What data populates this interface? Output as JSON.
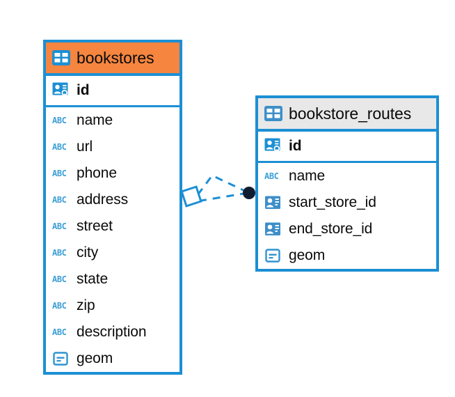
{
  "diagram": {
    "type": "entity-relationship-diagram",
    "background_color": "#ffffff",
    "accent_color": "#1c8fd4",
    "highlight_color": "#f5853f",
    "neutral_header_color": "#e8e8e8"
  },
  "entities": [
    {
      "name": "bookstores",
      "header_style": "accent-orange",
      "table_icon": "table-icon",
      "fields": [
        {
          "label": "id",
          "icon": "primary-key-icon",
          "key": true
        },
        {
          "label": "name",
          "icon": "text-abc-icon",
          "key": false
        },
        {
          "label": "url",
          "icon": "text-abc-icon",
          "key": false
        },
        {
          "label": "phone",
          "icon": "text-abc-icon",
          "key": false
        },
        {
          "label": "address",
          "icon": "text-abc-icon",
          "key": false
        },
        {
          "label": "street",
          "icon": "text-abc-icon",
          "key": false
        },
        {
          "label": "city",
          "icon": "text-abc-icon",
          "key": false
        },
        {
          "label": "state",
          "icon": "text-abc-icon",
          "key": false
        },
        {
          "label": "zip",
          "icon": "text-abc-icon",
          "key": false
        },
        {
          "label": "description",
          "icon": "text-abc-icon",
          "key": false
        },
        {
          "label": "geom",
          "icon": "geometry-icon",
          "key": false
        }
      ]
    },
    {
      "name": "bookstore_routes",
      "header_style": "accent-gray",
      "table_icon": "table-icon",
      "fields": [
        {
          "label": "id",
          "icon": "primary-key-icon",
          "key": true
        },
        {
          "label": "name",
          "icon": "text-abc-icon",
          "key": false
        },
        {
          "label": "start_store_id",
          "icon": "foreign-key-icon",
          "key": false
        },
        {
          "label": "end_store_id",
          "icon": "foreign-key-icon",
          "key": false
        },
        {
          "label": "geom",
          "icon": "geometry-icon",
          "key": false
        }
      ]
    }
  ],
  "relationships": [
    {
      "from_entity": "bookstore_routes",
      "from_field": "start_store_id",
      "to_entity": "bookstores",
      "to_field": "id",
      "line_style": "dashed",
      "source_marker": "filled-circle",
      "target_marker": "hollow-diamond"
    },
    {
      "from_entity": "bookstore_routes",
      "from_field": "end_store_id",
      "to_entity": "bookstores",
      "to_field": "id",
      "line_style": "dashed",
      "source_marker": "filled-circle",
      "target_marker": "hollow-diamond"
    }
  ]
}
